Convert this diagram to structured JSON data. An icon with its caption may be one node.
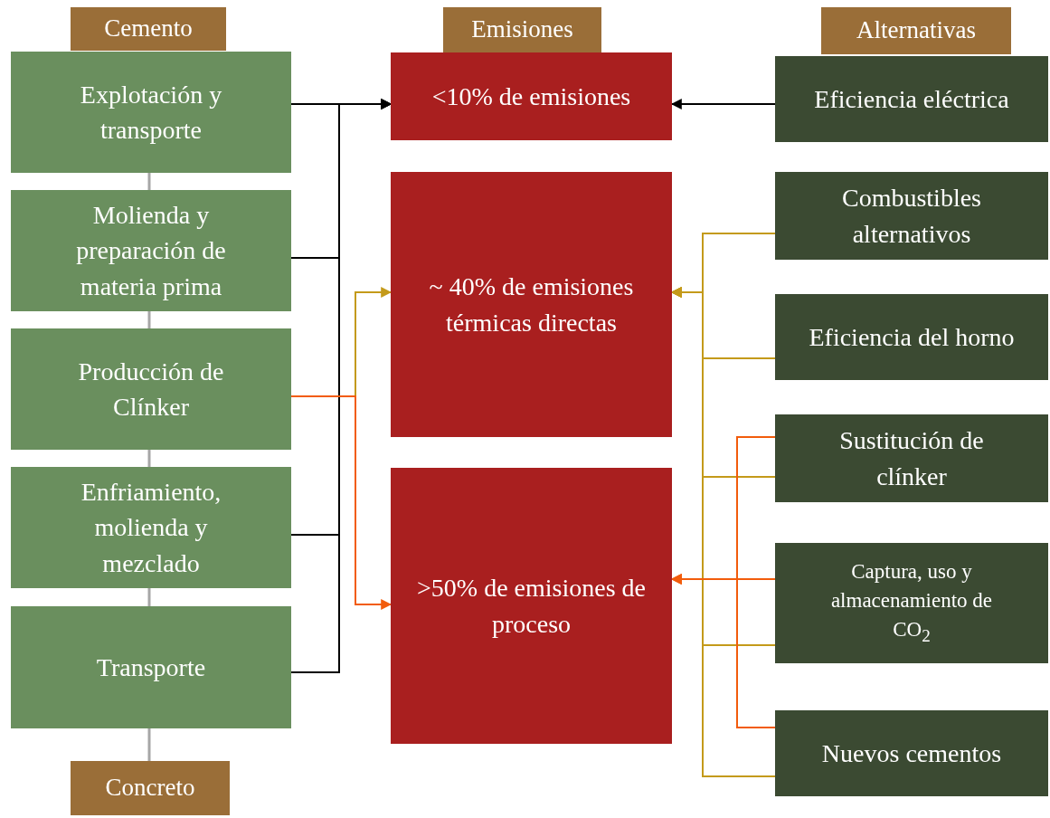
{
  "diagram": {
    "nodes": [
      {
        "text": [
          "Cemento"
        ]
      },
      {
        "text": [
          "Explotación y transporte"
        ]
      },
      {
        "text": [
          "Molienda y preparación de materia prima"
        ]
      },
      {
        "text": [
          "Producción de Clínker"
        ]
      },
      {
        "text": [
          "Enfriamiento, molienda y mezclado"
        ]
      },
      {
        "text": [
          "Transporte"
        ]
      },
      {
        "text": [
          "Concreto"
        ]
      },
      {
        "text": [
          "Emisiones"
        ]
      },
      {
        "text": [
          "<10% de emisiones"
        ]
      },
      {
        "text": [
          "~ 40% de emisiones térmicas directas"
        ]
      },
      {
        "text": [
          ">50% de emisiones de proceso"
        ]
      },
      {
        "text": [
          "Alternativas"
        ]
      },
      {
        "text": [
          "Eficiencia eléctrica"
        ]
      },
      {
        "text": [
          "Combustibles alternativos"
        ]
      },
      {
        "text": [
          "Eficiencia del horno"
        ]
      },
      {
        "text": [
          "Sustitución de clínker"
        ]
      },
      {
        "text": [
          "Captura, uso y almacenamiento de CO$_{2}$"
        ]
      },
      {
        "text": [
          "Nuevos cementos"
        ]
      }
    ],
    "edges": [
      {
        "from": 1,
        "to": 2,
        "arrow": "none",
        "color": "#a6a6a6"
      },
      {
        "from": 2,
        "to": 3,
        "arrow": "none",
        "color": "#a6a6a6"
      },
      {
        "from": 3,
        "to": 4,
        "arrow": "none",
        "color": "#a6a6a6"
      },
      {
        "from": 4,
        "to": 5,
        "arrow": "none",
        "color": "#a6a6a6"
      },
      {
        "from": 5,
        "to": 6,
        "arrow": "none",
        "color": "#a6a6a6"
      },
      {
        "from": 1,
        "to": 8,
        "arrow": "to",
        "color": "#000000"
      },
      {
        "from": 2,
        "to": 8,
        "arrow": "to",
        "color": "#000000"
      },
      {
        "from": 4,
        "to": 8,
        "arrow": "to",
        "color": "#000000"
      },
      {
        "from": 5,
        "to": 8,
        "arrow": "to",
        "color": "#000000"
      },
      {
        "from": 3,
        "to": 9,
        "arrow": "to",
        "color": "#c49a1a"
      },
      {
        "from": 3,
        "to": 10,
        "arrow": "to",
        "color": "#f25c0c"
      },
      {
        "from": 12,
        "to": 8,
        "arrow": "to",
        "color": "#000000"
      },
      {
        "from": 13,
        "to": 9,
        "arrow": "to",
        "color": "#c49a1a"
      },
      {
        "from": 14,
        "to": 9,
        "arrow": "to",
        "color": "#c49a1a"
      },
      {
        "from": 15,
        "to": 9,
        "arrow": "to",
        "color": "#c49a1a"
      },
      {
        "from": 16,
        "to": 9,
        "arrow": "to",
        "color": "#c49a1a"
      },
      {
        "from": 17,
        "to": 9,
        "arrow": "to",
        "color": "#c49a1a"
      },
      {
        "from": 15,
        "to": 10,
        "arrow": "to",
        "color": "#f25c0c"
      },
      {
        "from": 16,
        "to": 10,
        "arrow": "to",
        "color": "#f25c0c"
      },
      {
        "from": 17,
        "to": 10,
        "arrow": "to",
        "color": "#f25c0c"
      }
    ]
  }
}
